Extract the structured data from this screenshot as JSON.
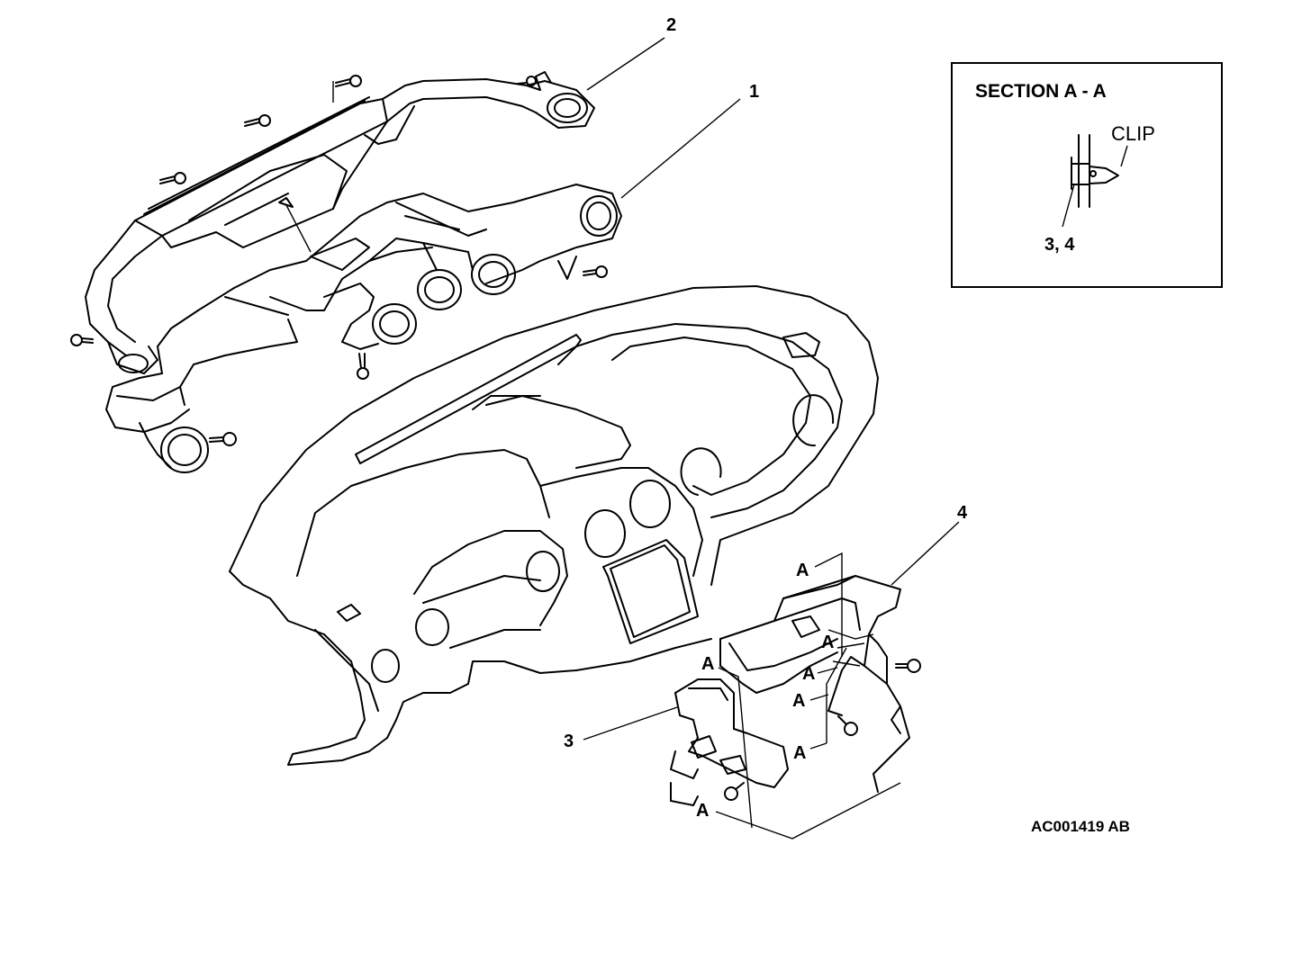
{
  "callouts": {
    "part_1": "1",
    "part_2": "2",
    "part_3": "3",
    "part_4": "4"
  },
  "section_markers": [
    "A",
    "A",
    "A",
    "A",
    "A",
    "A",
    "A"
  ],
  "section_view": {
    "title": "SECTION A - A",
    "clip_label": "CLIP",
    "parts_label": "3, 4"
  },
  "reference_code": "AC001419 AB"
}
